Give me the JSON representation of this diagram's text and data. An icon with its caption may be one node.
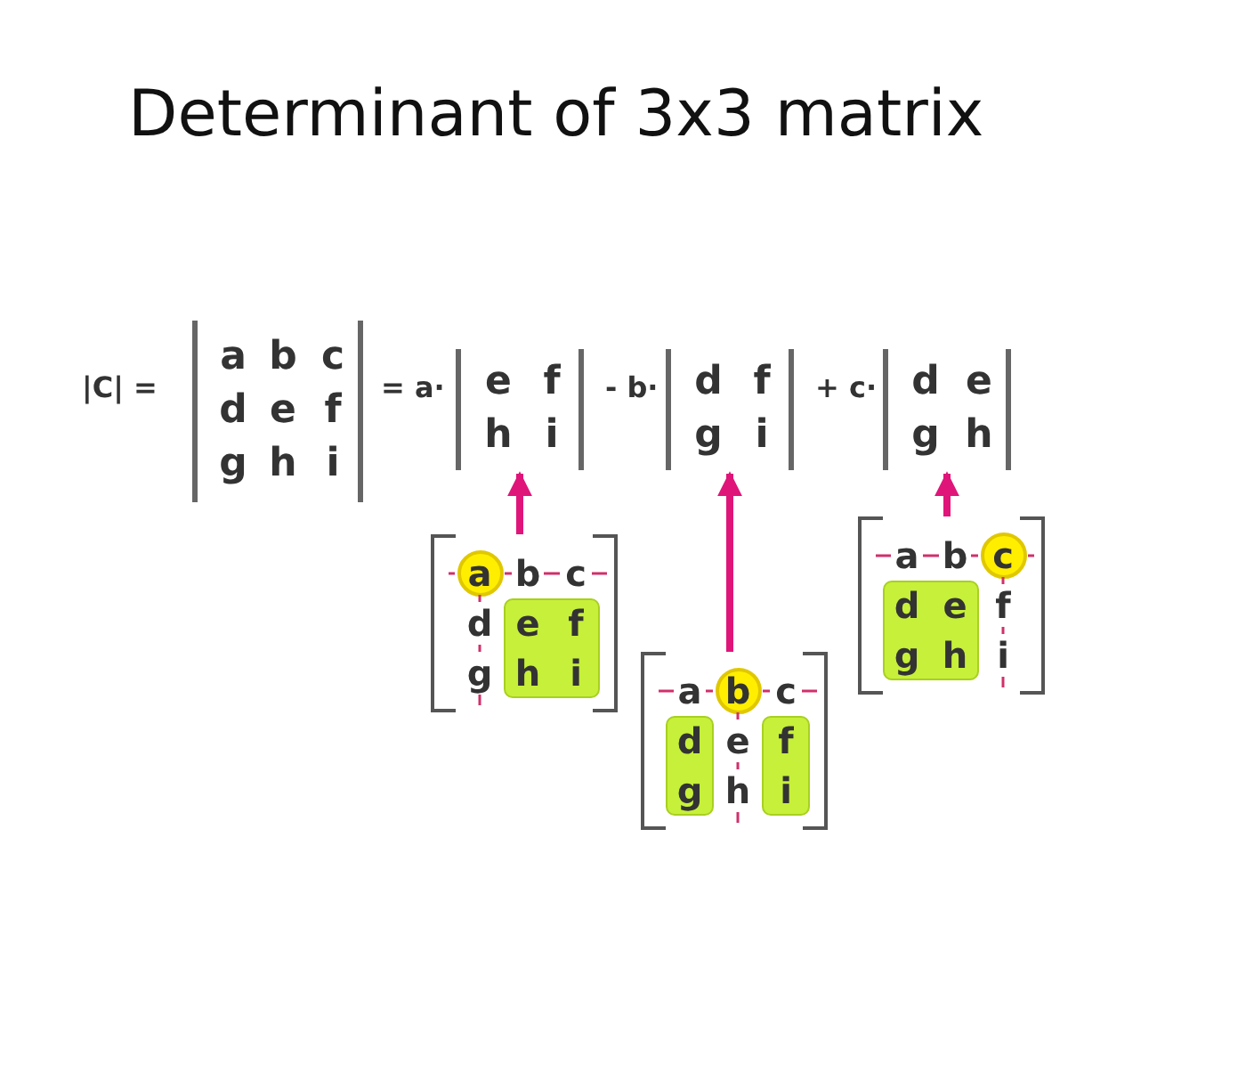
{
  "diagram": {
    "title": "Determinant of 3x3 matrix",
    "nodes": [
      {
        "text": [
          "a",
          "b",
          "c",
          "d",
          "e",
          "f",
          "g",
          "h",
          "i"
        ]
      },
      {
        "text": [
          "e",
          "f",
          "h",
          "i"
        ]
      },
      {
        "text": [
          "d",
          "f",
          "g",
          "i"
        ]
      },
      {
        "text": [
          "d",
          "e",
          "g",
          "h"
        ]
      },
      {
        "text": [
          "a",
          "b",
          "c",
          "d",
          "e",
          "f",
          "g",
          "h",
          "i"
        ]
      },
      {
        "text": [
          "a",
          "b",
          "c",
          "d",
          "e",
          "f",
          "g",
          "h",
          "i"
        ]
      },
      {
        "text": [
          "a",
          "b",
          "c",
          "d",
          "e",
          "f",
          "g",
          "h",
          "i"
        ]
      }
    ],
    "edges": [
      {
        "from": 4,
        "to": 1,
        "arrow": "to"
      },
      {
        "from": 5,
        "to": 2,
        "arrow": "to"
      },
      {
        "from": 6,
        "to": 3,
        "arrow": "to"
      }
    ],
    "labels": [
      "|C| =",
      "= a·",
      "- b·",
      "+ c·"
    ]
  }
}
